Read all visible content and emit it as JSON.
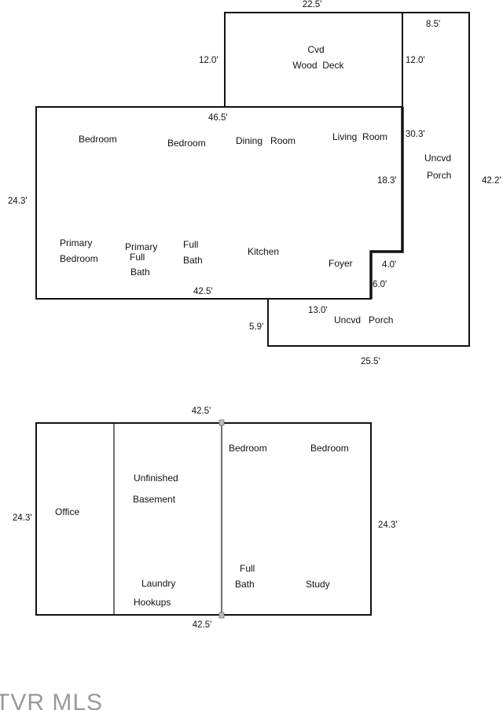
{
  "main_floor": {
    "rooms": {
      "cvd_wood_deck_1": "Cvd",
      "cvd_wood_deck_2": "Wood  Deck",
      "bedroom_left": "Bedroom",
      "bedroom_center": "Bedroom",
      "dining_room": "Dining   Room",
      "living_room": "Living  Room",
      "uncvd_porch_right_1": "Uncvd",
      "uncvd_porch_right_2": "Porch",
      "primary_bedroom_1": "Primary",
      "primary_bedroom_2": "Bedroom",
      "primary_full_bath_1": "Primary",
      "primary_full_bath_2": "Full",
      "primary_full_bath_3": "Bath",
      "full_bath_1": "Full",
      "full_bath_2": "Bath",
      "kitchen": "Kitchen",
      "foyer": "Foyer",
      "uncvd_porch_bottom": "Uncvd   Porch"
    },
    "dims": {
      "deck_top": "22.5'",
      "deck_left": "12.0'",
      "deck_right": "12.0'",
      "porch_top": "8.5'",
      "house_top": "46.5'",
      "house_right_upper": "30.3'",
      "house_right_mid": "18.3'",
      "porch_right": "42.2'",
      "house_left": "24.3'",
      "step_horizontal": "4.0'",
      "step_vertical": "6.0'",
      "house_bottom": "42.5'",
      "porch_bottom_top": "13.0'",
      "porch_bottom_left": "5.9'",
      "porch_bottom": "25.5'"
    }
  },
  "basement": {
    "rooms": {
      "office": "Office",
      "unfinished_1": "Unfinished",
      "unfinished_2": "Basement",
      "laundry_1": "Laundry",
      "laundry_2": "Hookups",
      "bedroom_1": "Bedroom",
      "bedroom_2": "Bedroom",
      "full_bath_1": "Full",
      "full_bath_2": "Bath",
      "study": "Study"
    },
    "dims": {
      "top": "42.5'",
      "bottom": "42.5'",
      "left": "24.3'",
      "right": "24.3'"
    }
  },
  "watermark": "TVR MLS",
  "colors": {
    "line": "#111111",
    "watermark": "#9a9a9a",
    "background": "#ffffff"
  }
}
